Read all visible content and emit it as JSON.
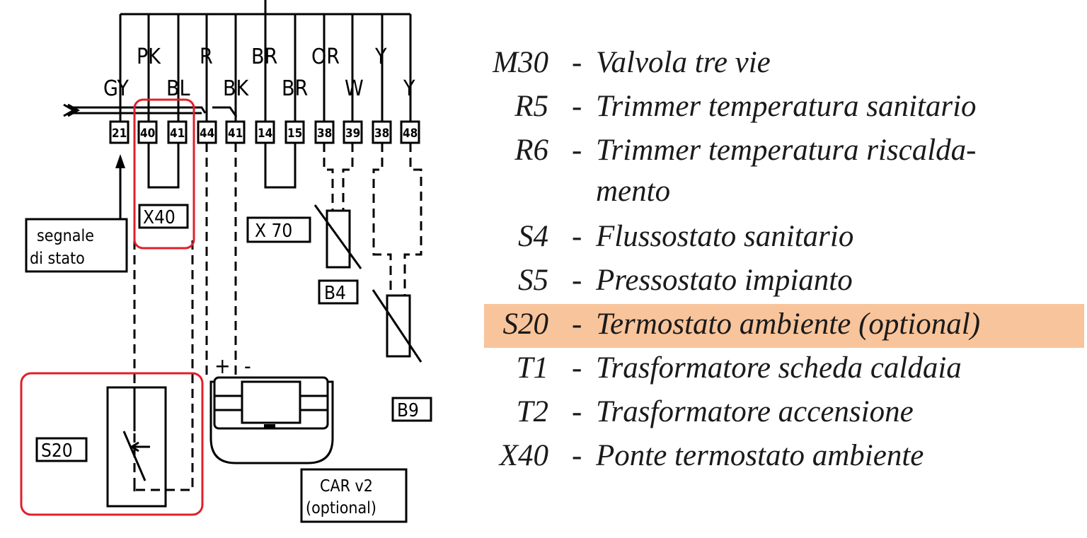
{
  "diagram": {
    "wire_colors": [
      "GY",
      "PK",
      "BL",
      "R",
      "BK",
      "BR",
      "BR",
      "OR",
      "W",
      "Y",
      "Y"
    ],
    "terminals": [
      "21",
      "40",
      "41",
      "44",
      "41",
      "14",
      "15",
      "38",
      "39",
      "38",
      "48"
    ],
    "labels": {
      "x40": "X40",
      "x70": "X 70",
      "b4": "B4",
      "b9": "B9",
      "s20": "S20",
      "segnale_line1": "segnale",
      "segnale_line2": "di stato",
      "car_line1": "CAR v2",
      "car_line2": "(optional)",
      "plus": "+",
      "minus": "-"
    },
    "highlight_color": "#e0202a"
  },
  "legend": {
    "items": [
      {
        "code": "M30",
        "dash": "-",
        "desc": "Valvola tre vie"
      },
      {
        "code": "R5",
        "dash": "-",
        "desc": "Trimmer temperatura sanitario"
      },
      {
        "code": "R6",
        "dash": "-",
        "desc": "Trimmer temperatura riscalda-",
        "cont": "mento"
      },
      {
        "code": "S4",
        "dash": "-",
        "desc": "Flussostato sanitario"
      },
      {
        "code": "S5",
        "dash": "-",
        "desc": "Pressostato impianto"
      },
      {
        "code": "S20",
        "dash": "-",
        "desc": "Termostato ambiente (optional)"
      },
      {
        "code": "T1",
        "dash": "-",
        "desc": "Trasformatore scheda caldaia"
      },
      {
        "code": "T2",
        "dash": "-",
        "desc": "Trasformatore accensione"
      },
      {
        "code": "X40",
        "dash": "-",
        "desc": "Ponte termostato ambiente"
      }
    ],
    "highlight_color": "#f8c49b"
  }
}
